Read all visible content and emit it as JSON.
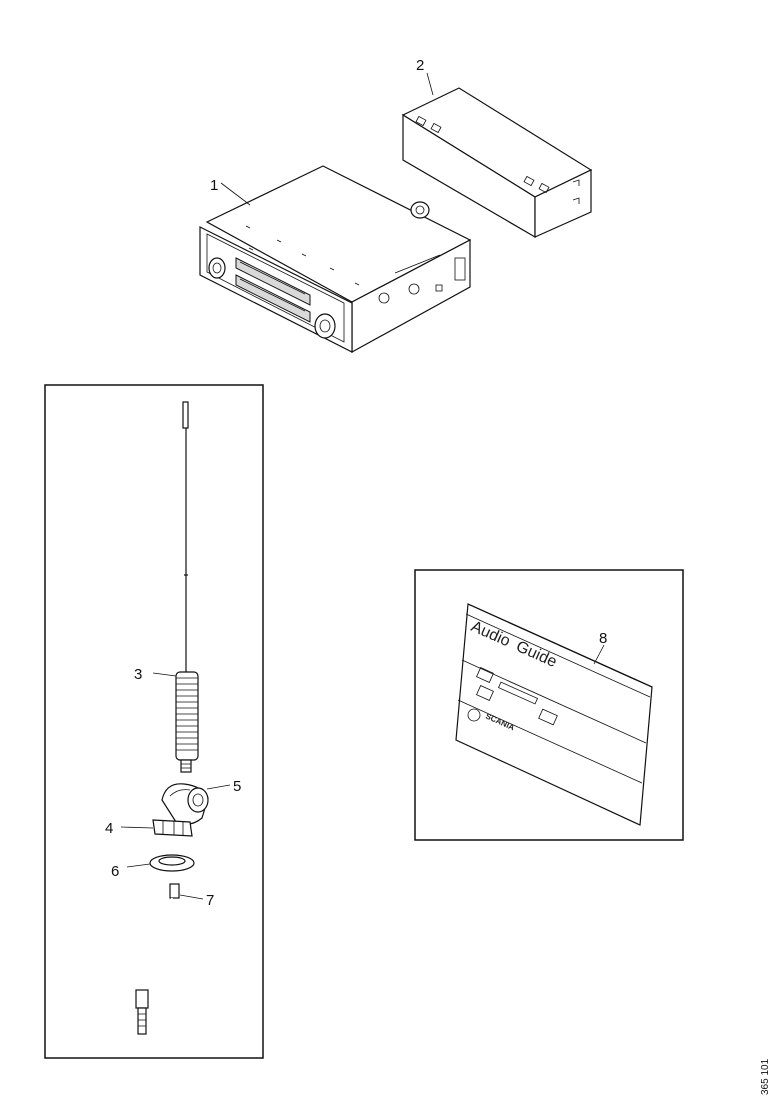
{
  "callouts": {
    "c1": "1",
    "c2": "2",
    "c3": "3",
    "c4": "4",
    "c5": "5",
    "c6": "6",
    "c7": "7",
    "c8": "8"
  },
  "guide": {
    "title_line1": "Audio",
    "title_line2": "Guide",
    "brand": "SCANIA"
  },
  "document_id": "365 101"
}
